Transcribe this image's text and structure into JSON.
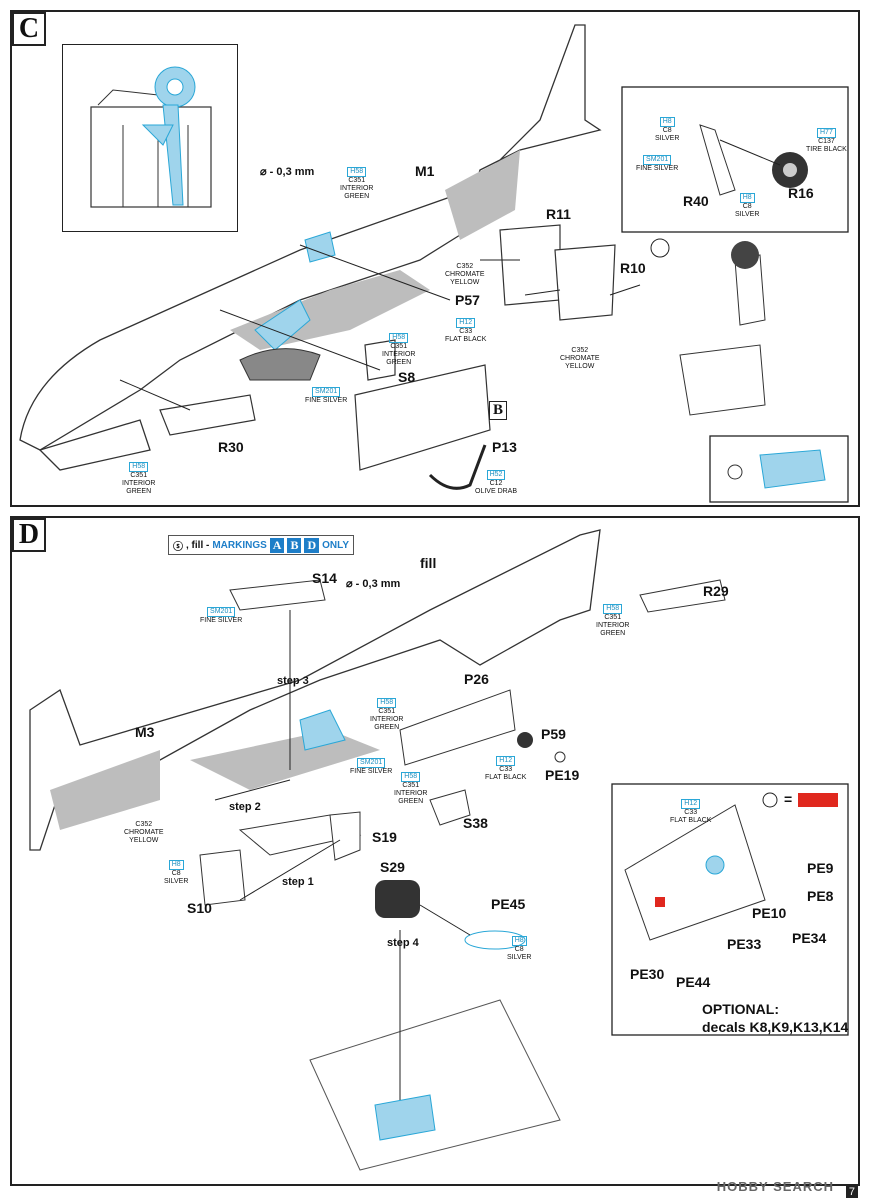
{
  "steps": {
    "c": {
      "label": "C"
    },
    "d": {
      "label": "D"
    }
  },
  "panel_c": {
    "parts": [
      "M1",
      "R11",
      "R10",
      "P57",
      "S8",
      "R30",
      "P13",
      "R40",
      "R16"
    ],
    "dim_note": "⌀ - 0,3 mm",
    "ref_box": "B",
    "paints": {
      "h58_a": {
        "code": "H58",
        "line1": "C351",
        "line2": "INTERIOR",
        "line3": "GREEN"
      },
      "c352_a": {
        "code": "",
        "line1": "C352",
        "line2": "CHROMATE",
        "line3": "YELLOW"
      },
      "h12_a": {
        "code": "H12",
        "line1": "C33",
        "line2": "FLAT BLACK"
      },
      "h58_b": {
        "code": "H58",
        "line1": "C351",
        "line2": "INTERIOR",
        "line3": "GREEN"
      },
      "sm201_a": {
        "code": "SM201",
        "line1": "FINE SILVER"
      },
      "h58_c": {
        "code": "H58",
        "line1": "C351",
        "line2": "INTERIOR",
        "line3": "GREEN"
      },
      "c352_b": {
        "code": "",
        "line1": "C352",
        "line2": "CHROMATE",
        "line3": "YELLOW"
      },
      "h52": {
        "code": "H52",
        "line1": "C12",
        "line2": "OLIVE DRAB"
      },
      "h8_a": {
        "code": "H8",
        "line1": "C8",
        "line2": "SILVER"
      },
      "sm201_b": {
        "code": "SM201",
        "line1": "FINE SILVER"
      },
      "h77": {
        "code": "H77",
        "line1": "C137",
        "line2": "TIRE BLACK"
      },
      "h8_b": {
        "code": "H8",
        "line1": "C8",
        "line2": "SILVER"
      }
    }
  },
  "panel_d": {
    "marking_note": {
      "prefix": ", fill - ",
      "label": "MARKINGS",
      "a": "A",
      "b": "B",
      "d": "D",
      "suffix": "ONLY"
    },
    "fill_note": "fill",
    "dim_note": "⌀ - 0,3 mm",
    "parts": [
      "S14",
      "R29",
      "M3",
      "P26",
      "P59",
      "PE19",
      "S38",
      "S19",
      "S10",
      "S29",
      "PE45",
      "PE9",
      "PE8",
      "PE10",
      "PE34",
      "PE33",
      "PE30",
      "PE44"
    ],
    "steps": [
      "step 3",
      "step 2",
      "step 1",
      "step 4"
    ],
    "paints": {
      "sm201_a": {
        "code": "SM201",
        "line1": "FINE SILVER"
      },
      "h58_a": {
        "code": "H58",
        "line1": "C351",
        "line2": "INTERIOR",
        "line3": "GREEN"
      },
      "h58_b": {
        "code": "H58",
        "line1": "C351",
        "line2": "INTERIOR",
        "line3": "GREEN"
      },
      "sm201_b": {
        "code": "SM201",
        "line1": "FINE SILVER"
      },
      "h12_a": {
        "code": "H12",
        "line1": "C33",
        "line2": "FLAT BLACK"
      },
      "h58_c": {
        "code": "H58",
        "line1": "C351",
        "line2": "INTERIOR",
        "line3": "GREEN"
      },
      "c352": {
        "code": "",
        "line1": "C352",
        "line2": "CHROMATE",
        "line3": "YELLOW"
      },
      "h8_a": {
        "code": "H8",
        "line1": "C8",
        "line2": "SILVER"
      },
      "h8_b": {
        "code": "H8",
        "line1": "C8",
        "line2": "SILVER"
      },
      "h12_b": {
        "code": "H12",
        "line1": "C33",
        "line2": "FLAT BLACK"
      }
    },
    "optional": {
      "line1": "OPTIONAL:",
      "line2": "decals K8,K9,K13,K14"
    },
    "legend_equals": "="
  },
  "footer": {
    "watermark": "HOBBY SEARCH",
    "page": "7"
  },
  "colors": {
    "paint_blue": "#2aa7d7",
    "highlight_red": "#e0281e",
    "grey_fill": "#bdbdbd",
    "light_blue": "#9fd4ec"
  }
}
